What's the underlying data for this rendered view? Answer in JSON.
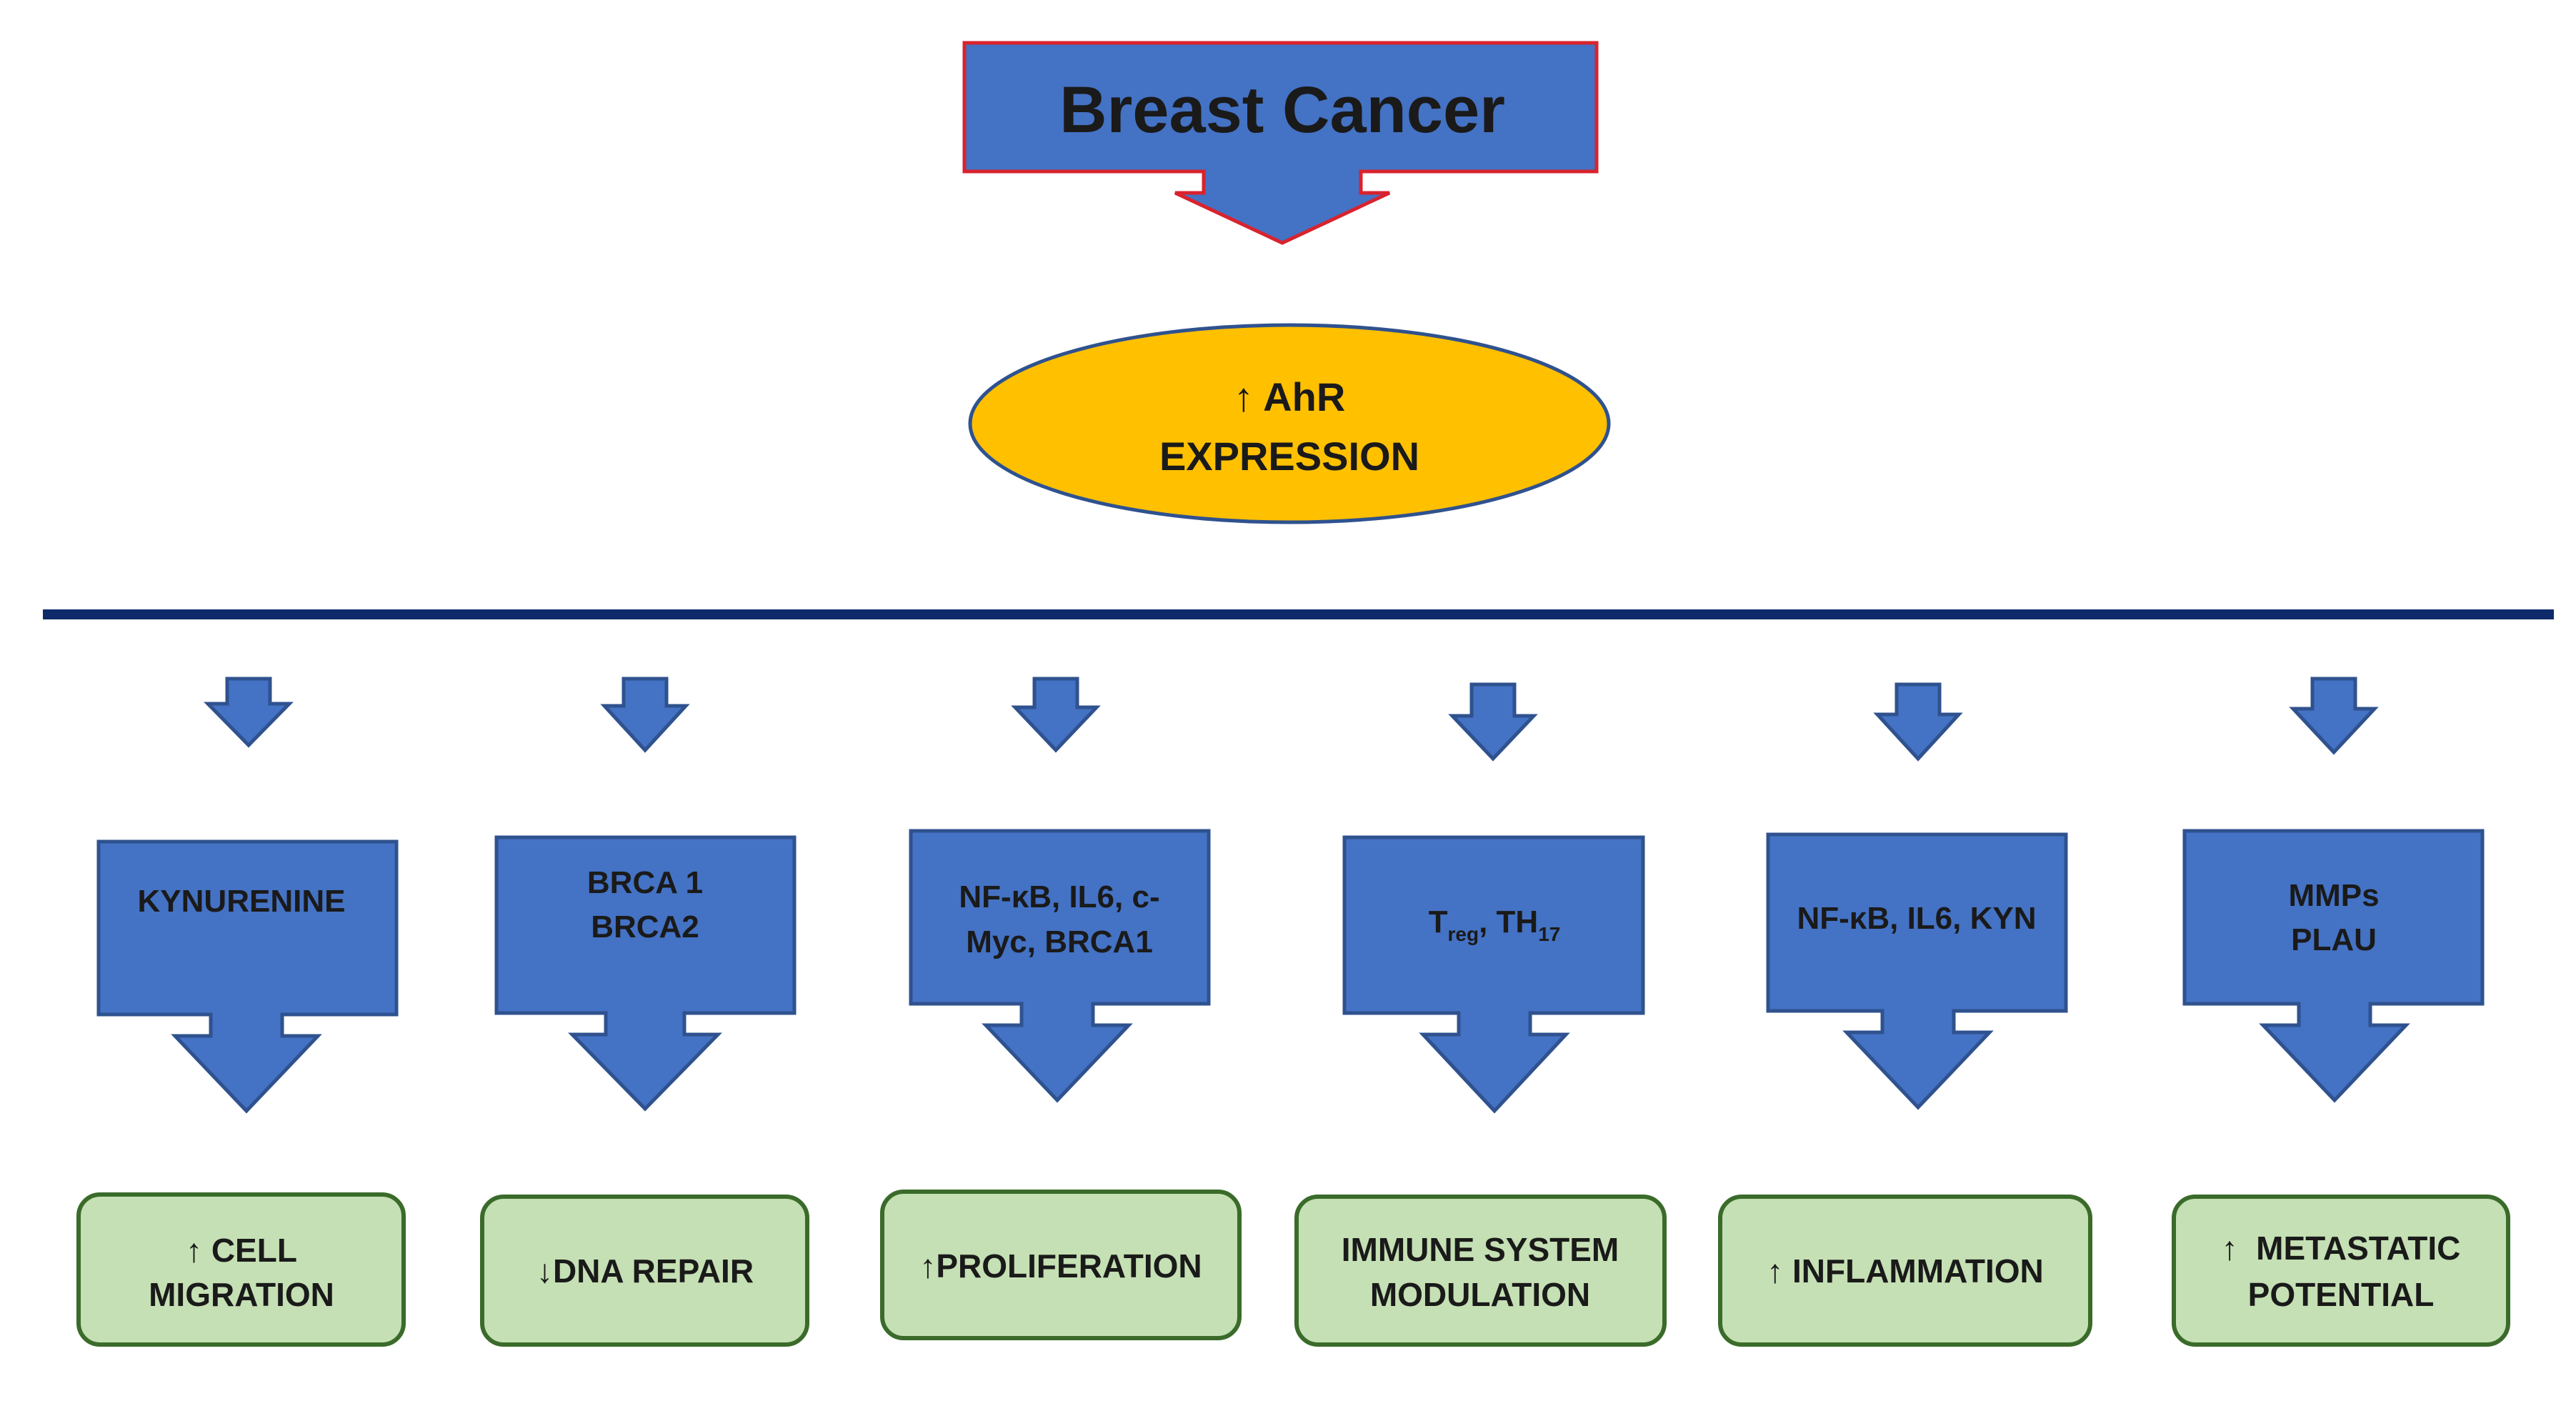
{
  "diagram": {
    "title": "Breast Cancer",
    "ahr": {
      "line1": "↑ AhR",
      "line2": "EXPRESSION"
    },
    "columns": [
      {
        "factor": [
          "KYNURENINE"
        ],
        "outcome": [
          "↑ CELL",
          "MIGRATION"
        ]
      },
      {
        "factor": [
          "BRCA 1",
          "BRCA2"
        ],
        "outcome": [
          "↓DNA REPAIR"
        ]
      },
      {
        "factor": [
          "NF-κB, IL6, c-",
          "Myc, BRCA1"
        ],
        "outcome": [
          "↑PROLIFERATION"
        ]
      },
      {
        "factor_rich": {
          "t": "T",
          "t_sub": "reg",
          "sep": ", TH",
          "th_sub": "17"
        },
        "outcome": [
          "IMMUNE SYSTEM",
          "MODULATION"
        ]
      },
      {
        "factor": [
          "NF-κB, IL6, KYN"
        ],
        "outcome": [
          "↑ INFLAMMATION"
        ]
      },
      {
        "factor": [
          "MMPs",
          "PLAU"
        ],
        "outcome": [
          "↑  METASTATIC",
          "POTENTIAL"
        ]
      }
    ]
  },
  "colors": {
    "box_fill": "#4472c4",
    "box_stroke": "#2f528f",
    "title_stroke": "#d9232d",
    "ellipse_fill": "#ffc000",
    "ellipse_stroke": "#2f528f",
    "outcome_fill": "#c5e0b4",
    "outcome_stroke": "#3a6b2a",
    "divider": "#0e2a6b"
  }
}
